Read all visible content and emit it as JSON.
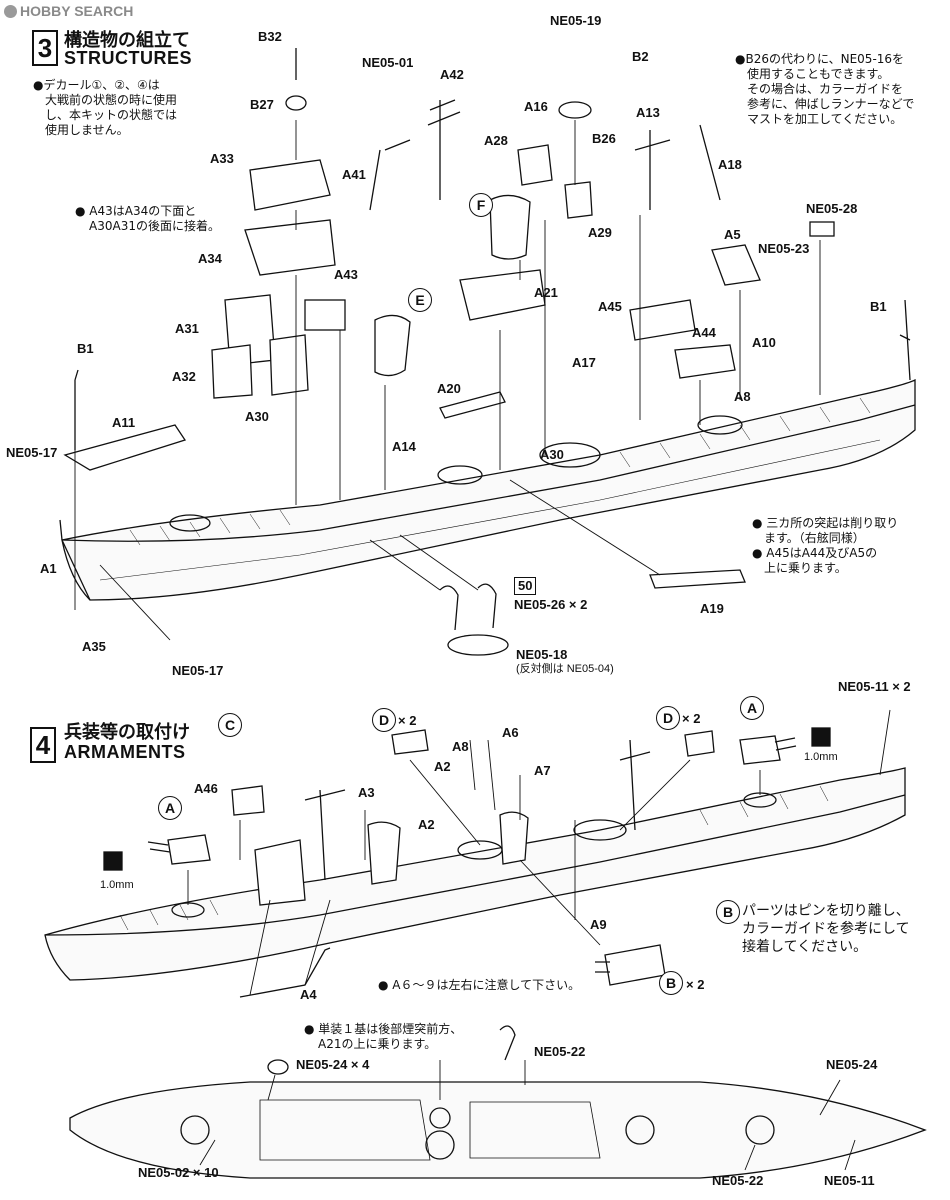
{
  "watermark": "HOBBY SEARCH",
  "step3": {
    "number": "3",
    "title_jp": "構造物の組立て",
    "title_en": "STRUCTURES",
    "note_decal": [
      "●デカール①、②、④は",
      "大戦前の状態の時に使用",
      "し、本キットの状態では",
      "使用しません。"
    ],
    "note_a43": [
      "● A43はA34の下面と",
      "A30A31の後面に接着。"
    ],
    "note_b26": [
      "●B26の代わりに、NE05-16を",
      "使用することもできます。",
      "その場合は、カラーガイドを",
      "参考に、伸ばしランナーなどで",
      "マストを加工してください。"
    ],
    "note_cut": [
      "● 三カ所の突起は削り取り",
      "ます。（右舷同様）"
    ],
    "note_a45": [
      "● A45はA44及びA5の",
      "上に乗ります。"
    ],
    "labels": {
      "B32": "B32",
      "B27": "B27",
      "A33": "A33",
      "A34": "A34",
      "NE05-01": "NE05-01",
      "A42": "A42",
      "A41": "A41",
      "NE05-19": "NE05-19",
      "B2": "B2",
      "A16": "A16",
      "A28": "A28",
      "A29": "A29",
      "A13": "A13",
      "B26": "B26",
      "A18": "A18",
      "A5": "A5",
      "NE05-23": "NE05-23",
      "NE05-28": "NE05-28",
      "B1_right": "B1",
      "A21": "A21",
      "A43": "A43",
      "A31": "A31",
      "A32": "A32",
      "A30": "A30",
      "B1_left": "B1",
      "A11": "A11",
      "NE05-17_top": "NE05-17",
      "A1": "A1",
      "A35": "A35",
      "NE05-17_bottom": "NE05-17",
      "A14": "A14",
      "A20": "A20",
      "A30_mid": "A30",
      "A45": "A45",
      "A44": "A44",
      "A10": "A10",
      "A17": "A17",
      "A8": "A8",
      "A19": "A19",
      "NE05-26": "NE05-26 × 2",
      "NE05-18": "NE05-18",
      "NE05-18_note": "(反対側は NE05-04)"
    },
    "circles": {
      "F": "F",
      "E": "E"
    },
    "boxed_50": "50"
  },
  "step4": {
    "number": "4",
    "title_jp": "兵装等の取付け",
    "title_en": "ARMAMENTS",
    "circles": {
      "C": "C",
      "A_left": "A",
      "D1": "D",
      "D2": "D",
      "A_right": "A",
      "B_note": "B",
      "B_bottom": "B"
    },
    "labels": {
      "A46": "A46",
      "A3": "A3",
      "A2_left": "A2",
      "A8": "A8",
      "A6": "A6",
      "A2_mid": "A2",
      "A7": "A7",
      "A9": "A9",
      "A4": "A4",
      "NE05-11": "NE05-11 × 2",
      "D_x2_a": "× 2",
      "D_x2_b": "× 2",
      "B_x2": "× 2",
      "mm_left": "1.0mm",
      "mm_right": "1.0mm"
    },
    "note_b": [
      "パーツはピンを切り離し、",
      "カラーガイドを参考にして",
      "接着してください。"
    ],
    "note_a6": "● A６～９は左右に注意して下さい。",
    "note_single": [
      "● 単装１基は後部煙突前方、",
      "A21の上に乗ります。"
    ],
    "bottom_labels": {
      "NE05-24_x4": "NE05-24 × 4",
      "NE05-22_top": "NE05-22",
      "NE05-24_right": "NE05-24",
      "NE05-02": "NE05-02 × 10",
      "NE05-22_bottom": "NE05-22",
      "NE05-11_bottom": "NE05-11"
    }
  }
}
